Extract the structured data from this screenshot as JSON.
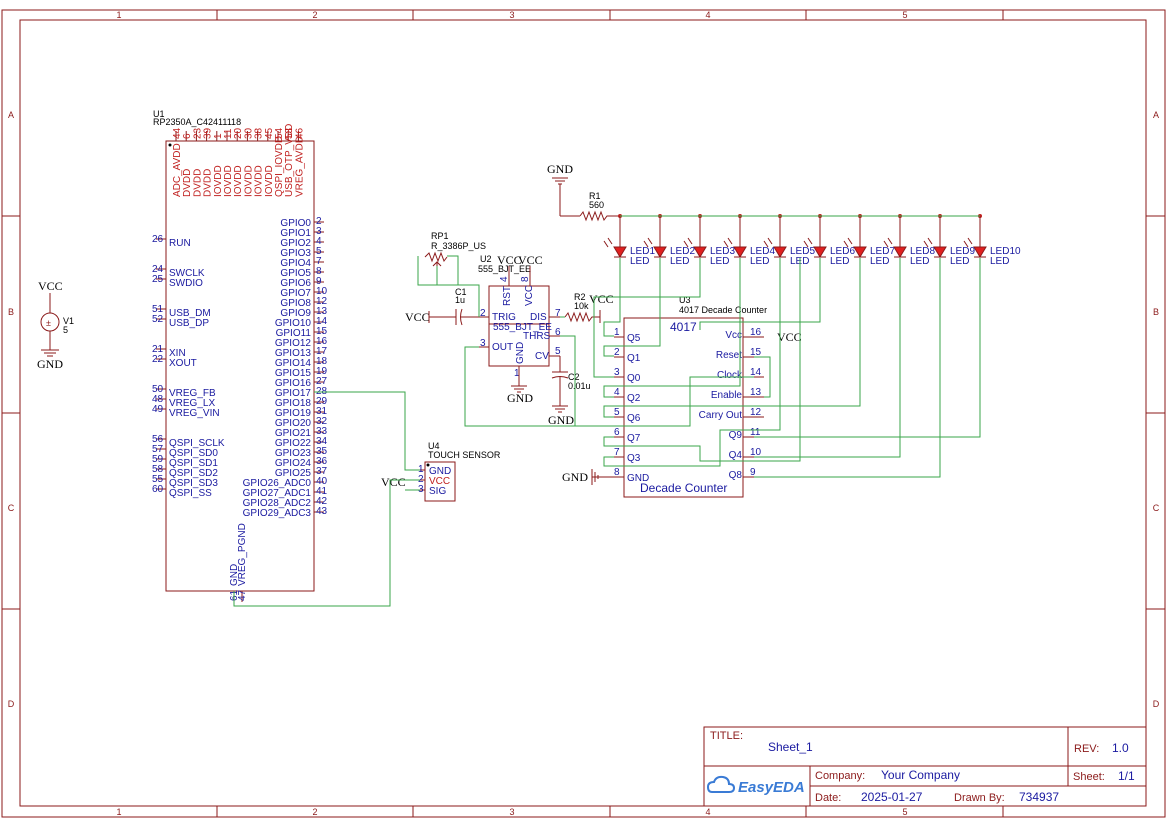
{
  "zones": {
    "columns": [
      "1",
      "2",
      "3",
      "4",
      "5"
    ],
    "rows": [
      "A",
      "B",
      "C",
      "D"
    ]
  },
  "title_block": {
    "title_label": "TITLE:",
    "title": "Sheet_1",
    "rev_label": "REV:",
    "rev": "1.0",
    "company_label": "Company:",
    "company": "Your Company",
    "sheet_label": "Sheet:",
    "sheet": "1/1",
    "date_label": "Date:",
    "date": "2025-01-27",
    "drawn_label": "Drawn By:",
    "drawn_by": "734937",
    "brand": "EasyEDA"
  },
  "v1": {
    "net": "VCC",
    "ref": "V1",
    "value": "5",
    "gnd": "GND"
  },
  "u1": {
    "ref": "U1",
    "part": "RP2350A_C42411118",
    "top_pins": [
      "ADC_AVDD",
      "DVDD",
      "DVDD",
      "DVDD",
      "IOVDD",
      "IOVDD",
      "IOVDD",
      "IOVDD",
      "IOVDD",
      "IOVDD",
      "QSPI_IOVDD",
      "USB_OTP_VDD",
      "VREG_AVDD"
    ],
    "top_nums": [
      "44",
      "6",
      "23",
      "39",
      "1",
      "11",
      "20",
      "30",
      "38",
      "45",
      "54",
      "53",
      "46"
    ],
    "left_pins": [
      {
        "num": "26",
        "name": "RUN"
      },
      {
        "num": "24",
        "name": "SWCLK"
      },
      {
        "num": "25",
        "name": "SWDIO"
      },
      {
        "num": "51",
        "name": "USB_DM"
      },
      {
        "num": "52",
        "name": "USB_DP"
      },
      {
        "num": "21",
        "name": "XIN"
      },
      {
        "num": "22",
        "name": "XOUT"
      },
      {
        "num": "50",
        "name": "VREG_FB"
      },
      {
        "num": "48",
        "name": "VREG_LX"
      },
      {
        "num": "49",
        "name": "VREG_VIN"
      },
      {
        "num": "56",
        "name": "QSPI_SCLK"
      },
      {
        "num": "57",
        "name": "QSPI_SD0"
      },
      {
        "num": "59",
        "name": "QSPI_SD1"
      },
      {
        "num": "58",
        "name": "QSPI_SD2"
      },
      {
        "num": "55",
        "name": "QSPI_SD3"
      },
      {
        "num": "60",
        "name": "QSPI_SS"
      }
    ],
    "right_pins": [
      {
        "num": "2",
        "name": "GPIO0"
      },
      {
        "num": "3",
        "name": "GPIO1"
      },
      {
        "num": "4",
        "name": "GPIO2"
      },
      {
        "num": "5",
        "name": "GPIO3"
      },
      {
        "num": "7",
        "name": "GPIO4"
      },
      {
        "num": "8",
        "name": "GPIO5"
      },
      {
        "num": "9",
        "name": "GPIO6"
      },
      {
        "num": "10",
        "name": "GPIO7"
      },
      {
        "num": "12",
        "name": "GPIO8"
      },
      {
        "num": "13",
        "name": "GPIO9"
      },
      {
        "num": "14",
        "name": "GPIO10"
      },
      {
        "num": "15",
        "name": "GPIO11"
      },
      {
        "num": "16",
        "name": "GPIO12"
      },
      {
        "num": "17",
        "name": "GPIO13"
      },
      {
        "num": "18",
        "name": "GPIO14"
      },
      {
        "num": "19",
        "name": "GPIO15"
      },
      {
        "num": "27",
        "name": "GPIO16"
      },
      {
        "num": "28",
        "name": "GPIO17"
      },
      {
        "num": "29",
        "name": "GPIO18"
      },
      {
        "num": "31",
        "name": "GPIO19"
      },
      {
        "num": "32",
        "name": "GPIO20"
      },
      {
        "num": "33",
        "name": "GPIO21"
      },
      {
        "num": "34",
        "name": "GPIO22"
      },
      {
        "num": "35",
        "name": "GPIO23"
      },
      {
        "num": "36",
        "name": "GPIO24"
      },
      {
        "num": "37",
        "name": "GPIO25"
      },
      {
        "num": "40",
        "name": "GPIO26_ADC0"
      },
      {
        "num": "41",
        "name": "GPIO27_ADC1"
      },
      {
        "num": "42",
        "name": "GPIO28_ADC2"
      },
      {
        "num": "43",
        "name": "GPIO29_ADC3"
      }
    ],
    "bottom_pins": [
      {
        "num": "61",
        "name": "GND"
      },
      {
        "num": "47",
        "name": "VREG_PGND"
      }
    ]
  },
  "u4": {
    "ref": "U4",
    "part": "TOUCH SENSOR",
    "pins": [
      {
        "num": "1",
        "name": "GND"
      },
      {
        "num": "2",
        "name": "VCC"
      },
      {
        "num": "3",
        "name": "SIG"
      }
    ],
    "vcc": "VCC"
  },
  "rp1": {
    "ref": "RP1",
    "part": "R_3386P_US"
  },
  "u2": {
    "ref": "U2",
    "part": "555_BJT_EE",
    "inner": "555_BJT_EE",
    "pins": {
      "rst": "RST",
      "vcc": "VCC",
      "trig": "TRIG",
      "out": "OUT",
      "gnd": "GND",
      "dis": "DIS",
      "thrs": "THRS",
      "cv": "CV"
    },
    "nums": {
      "rst": "4",
      "vcc": "8",
      "trig": "2",
      "out": "3",
      "gnd": "1",
      "dis": "7",
      "thrs": "6",
      "cv": "5"
    },
    "vcc_a": "VCC",
    "vcc_b": "VCC"
  },
  "c1": {
    "ref": "C1",
    "value": "1u",
    "vcc": "VCC"
  },
  "r2": {
    "ref": "R2",
    "value": "10k",
    "vcc": "VCC"
  },
  "c2": {
    "ref": "C2",
    "value": "0.01u",
    "gnd": "GND"
  },
  "u2gnd": "GND",
  "gnd_top": "GND",
  "r1": {
    "ref": "R1",
    "value": "560"
  },
  "leds": [
    {
      "ref": "LED1",
      "value": "LED"
    },
    {
      "ref": "LED2",
      "value": "LED"
    },
    {
      "ref": "LED3",
      "value": "LED"
    },
    {
      "ref": "LED4",
      "value": "LED"
    },
    {
      "ref": "LED5",
      "value": "LED"
    },
    {
      "ref": "LED6",
      "value": "LED"
    },
    {
      "ref": "LED7",
      "value": "LED"
    },
    {
      "ref": "LED8",
      "value": "LED"
    },
    {
      "ref": "LED9",
      "value": "LED"
    },
    {
      "ref": "LED10",
      "value": "LED"
    }
  ],
  "u3": {
    "ref": "U3",
    "part": "4017 Decade Counter",
    "title": "4017",
    "footer": "Decade Counter",
    "left_pins": [
      {
        "num": "1",
        "name": "Q5"
      },
      {
        "num": "2",
        "name": "Q1"
      },
      {
        "num": "3",
        "name": "Q0"
      },
      {
        "num": "4",
        "name": "Q2"
      },
      {
        "num": "5",
        "name": "Q6"
      },
      {
        "num": "6",
        "name": "Q7"
      },
      {
        "num": "7",
        "name": "Q3"
      },
      {
        "num": "8",
        "name": "GND"
      }
    ],
    "right_pins": [
      {
        "num": "16",
        "name": "Vcc"
      },
      {
        "num": "15",
        "name": "Reset"
      },
      {
        "num": "14",
        "name": "Clock"
      },
      {
        "num": "13",
        "name": "Enable"
      },
      {
        "num": "12",
        "name": "Carry Out"
      },
      {
        "num": "11",
        "name": "Q9"
      },
      {
        "num": "10",
        "name": "Q4"
      },
      {
        "num": "9",
        "name": "Q8"
      }
    ],
    "vcc": "VCC",
    "gnd": "GND"
  }
}
